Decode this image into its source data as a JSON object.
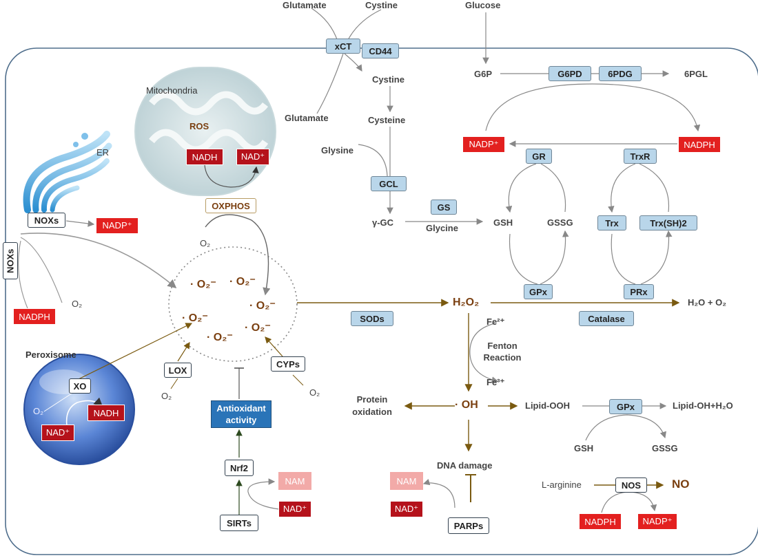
{
  "top": {
    "glutamate_out": "Glutamate",
    "cystine_out": "Cystine",
    "glucose": "Glucose"
  },
  "transporter": {
    "xct": "xCT",
    "cd44": "CD44"
  },
  "gsh_pathway": {
    "cystine_in": "Cystine",
    "glutamate_in": "Glutamate",
    "cysteine": "Cysteine",
    "glysine": "Glysine",
    "gcl": "GCL",
    "gamma_gc": "γ-GC",
    "gs": "GS",
    "glycine": "Glycine",
    "gsh": "GSH",
    "gssg": "GSSG",
    "gr": "GR",
    "gpx": "GPx"
  },
  "ppp": {
    "g6p": "G6P",
    "g6pd": "G6PD",
    "6pdg": "6PDG",
    "6pgl": "6PGL",
    "nadp_plus": "NADP⁺",
    "nadph": "NADPH"
  },
  "thioredoxin": {
    "trxr": "TrxR",
    "trx": "Trx",
    "trx_sh2": "Trx(SH)2",
    "prx": "PRx"
  },
  "mito": {
    "title": "Mitochondria",
    "ros": "ROS",
    "nadh": "NADH",
    "nad_plus": "NAD⁺",
    "oxphos": "OXPHOS",
    "o2": "O₂"
  },
  "er": {
    "label": "ER",
    "noxs_top": "NOXs",
    "noxs_side": "NOXs",
    "nadp_plus": "NADP⁺",
    "nadph": "NADPH",
    "o2": "O₂"
  },
  "superoxide": {
    "symbol": "· O₂⁻"
  },
  "ros_path": {
    "sods": "SODs",
    "h2o2": "H₂O₂",
    "catalase": "Catalase",
    "water": "H₂O + O₂",
    "fe2": "Fe²⁺",
    "fenton": "Fenton Reaction",
    "fe3": "Fe³⁺"
  },
  "hydroxyl": {
    "oh": "· OH",
    "protein": "Protein oxidation",
    "lipid_ooh": "Lipid-OOH",
    "gpx": "GPx",
    "lipid_oh": "Lipid-OH+H₂O",
    "gsh": "GSH",
    "gssg": "GSSG",
    "dna": "DNA damage"
  },
  "peroxisome": {
    "title": "Peroxisome",
    "xo": "XO",
    "o2": "O₂",
    "nadh": "NADH",
    "nad_plus": "NAD⁺"
  },
  "enzymes": {
    "lox": "LOX",
    "cyps": "CYPs",
    "o2_lox": "O₂",
    "o2_cyps": "O₂"
  },
  "antiox": {
    "label": "Antioxidant activity",
    "nrf2": "Nrf2",
    "sirts": "SIRTs",
    "nam": "NAM",
    "nad_plus": "NAD⁺"
  },
  "parp": {
    "nam": "NAM",
    "nad_plus": "NAD⁺",
    "parps": "PARPs"
  },
  "nos": {
    "l_arginine": "L-arginine",
    "nos": "NOS",
    "no": "NO",
    "nadph": "NADPH",
    "nadp_plus": "NADP⁺"
  },
  "colors": {
    "brown": "#7a3f10",
    "red": "#e3201f",
    "dark_red": "#b5121b",
    "box_blue": "#b9d6ea",
    "antiox_blue": "#2a74b8"
  }
}
